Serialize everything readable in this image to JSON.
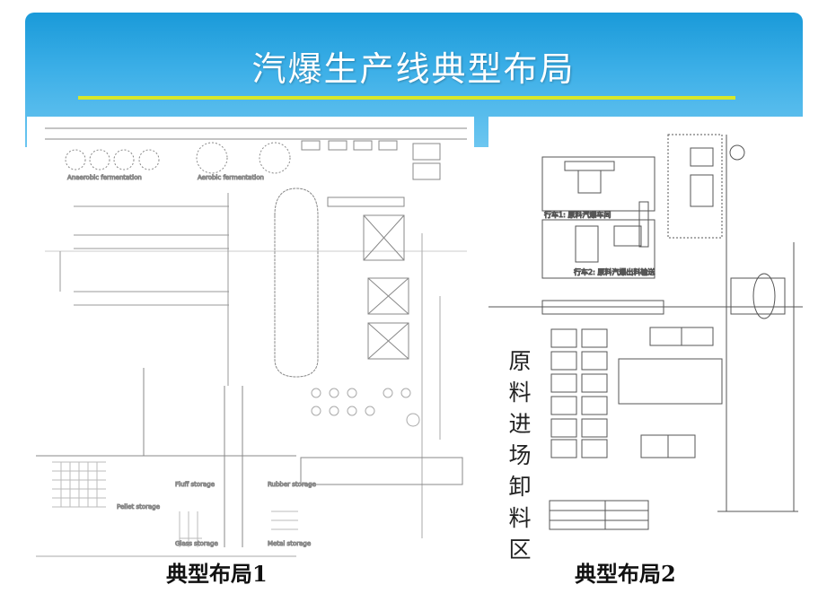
{
  "slide": {
    "title": "汽爆生产线典型布局",
    "caption_left": "典型布局1",
    "caption_right": "典型布局2",
    "raw_material_area_label": "原料进场卸料区"
  },
  "layout1": {
    "labels": [
      "Anaerobic fermentation",
      "Aerobic fermentation",
      "Pellet storage",
      "Fluff storage",
      "Rubber storage",
      "Glass storage",
      "Metal storage"
    ]
  },
  "layout2": {
    "labels": [
      "行车1: 原料汽爆车间",
      "行车2: 原料汽爆出料输送"
    ]
  },
  "colors": {
    "header_top": "#1a9ad9",
    "header_bottom": "#6cc6f0",
    "rule": "#d8e82a"
  }
}
